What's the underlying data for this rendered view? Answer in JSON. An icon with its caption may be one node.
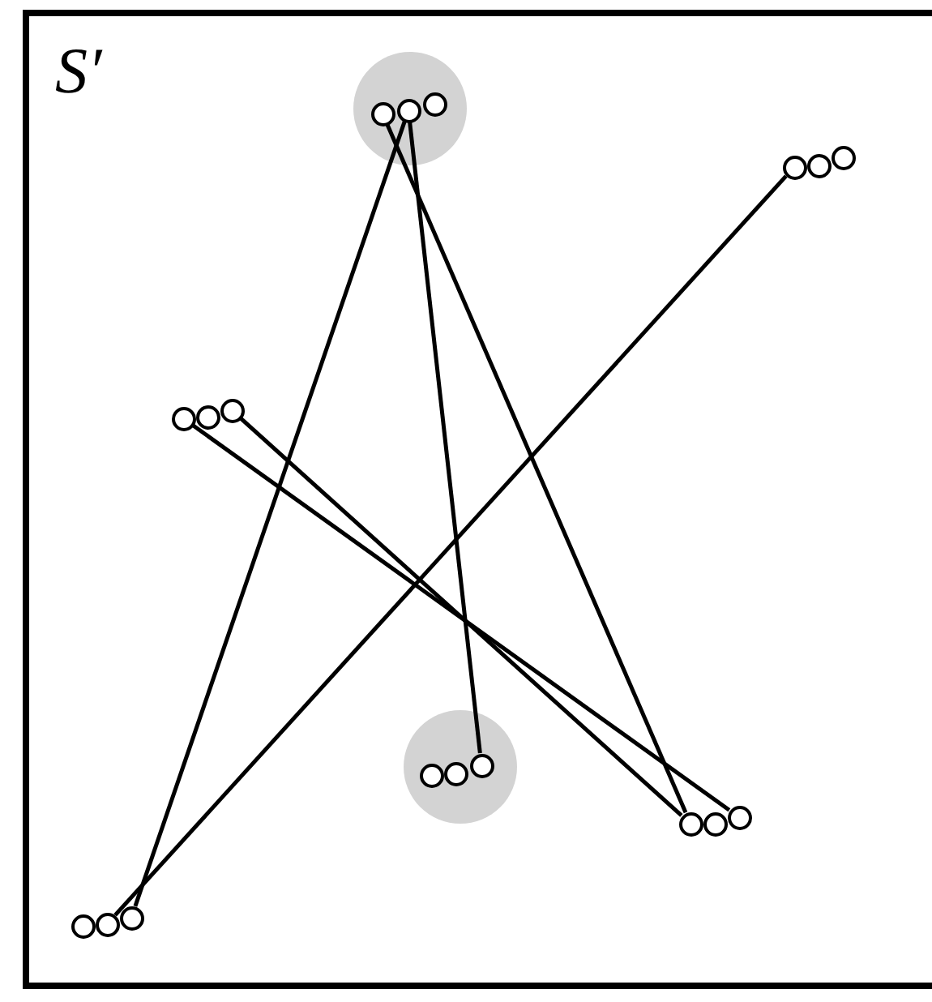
{
  "diagram": {
    "nodes": [
      {
        "text": [],
        "shape": "circle"
      },
      {
        "text": [],
        "shape": "circle",
        "in": 0
      },
      {
        "text": [],
        "shape": "circle",
        "in": 0
      },
      {
        "text": [],
        "shape": "circle",
        "in": 0
      },
      {
        "text": [],
        "shape": "circle"
      },
      {
        "text": [],
        "shape": "circle"
      },
      {
        "text": [],
        "shape": "circle"
      },
      {
        "text": [],
        "shape": "circle"
      },
      {
        "text": [],
        "shape": "circle"
      },
      {
        "text": [],
        "shape": "circle"
      },
      {
        "text": [],
        "shape": "circle"
      },
      {
        "text": [],
        "shape": "circle",
        "in": 10
      },
      {
        "text": [],
        "shape": "circle",
        "in": 10
      },
      {
        "text": [],
        "shape": "circle",
        "in": 10
      },
      {
        "text": [],
        "shape": "circle"
      },
      {
        "text": [],
        "shape": "circle"
      },
      {
        "text": [],
        "shape": "circle"
      },
      {
        "text": [],
        "shape": "circle"
      },
      {
        "text": [],
        "shape": "circle"
      },
      {
        "text": [],
        "shape": "circle"
      }
    ],
    "edges": [
      {
        "from": 1,
        "to": 14,
        "arrow": "none"
      },
      {
        "from": 2,
        "to": 19,
        "arrow": "none"
      },
      {
        "from": 2,
        "to": 13,
        "arrow": "none"
      },
      {
        "from": 4,
        "to": 18,
        "arrow": "none"
      },
      {
        "from": 9,
        "to": 14,
        "arrow": "none"
      },
      {
        "from": 7,
        "to": 16,
        "arrow": "none"
      }
    ],
    "labels": [
      "S′"
    ]
  }
}
